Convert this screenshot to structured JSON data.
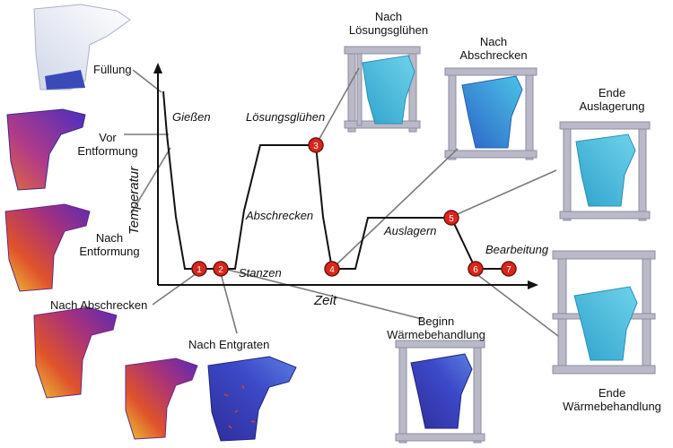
{
  "axes": {
    "x_label": "Zeit",
    "y_label": "Temperatur"
  },
  "process_steps": {
    "giessen": "Gießen",
    "loesungsgluehen": "Lösungsglühen",
    "abschrecken": "Abschrecken",
    "auslagern": "Auslagern",
    "stanzen": "Stanzen",
    "bearbeitung": "Bearbeitung"
  },
  "markers": [
    "1",
    "2",
    "3",
    "4",
    "5",
    "6",
    "7"
  ],
  "state_labels": {
    "fuellung": "Füllung",
    "vor_entformung": [
      "Vor",
      "Entformung"
    ],
    "nach_entformung": [
      "Nach",
      "Entformung"
    ],
    "nach_abschrecken_left": "Nach Abschrecken",
    "nach_entgraten": "Nach Entgraten",
    "beginn_waermebehandlung": [
      "Beginn",
      "Wärmebehandlung"
    ],
    "nach_loesungsgluehen": [
      "Nach",
      "Lösungsglühen"
    ],
    "nach_abschrecken_top": [
      "Nach",
      "Abschrecken"
    ],
    "ende_auslagerung": [
      "Ende",
      "Auslagerung"
    ],
    "ende_waermebehandlung": [
      "Ende",
      "Wärmebehandlung"
    ]
  },
  "colors": {
    "marker_fill": "#d9261c",
    "curve": "#111111",
    "rack": "#b9b9c8",
    "part_cyan": "#3fb4d6",
    "part_blue": "#3b3fb0",
    "part_purple": "#6b2bb0",
    "part_red": "#d43a2a",
    "part_yellow": "#e2c02a"
  }
}
